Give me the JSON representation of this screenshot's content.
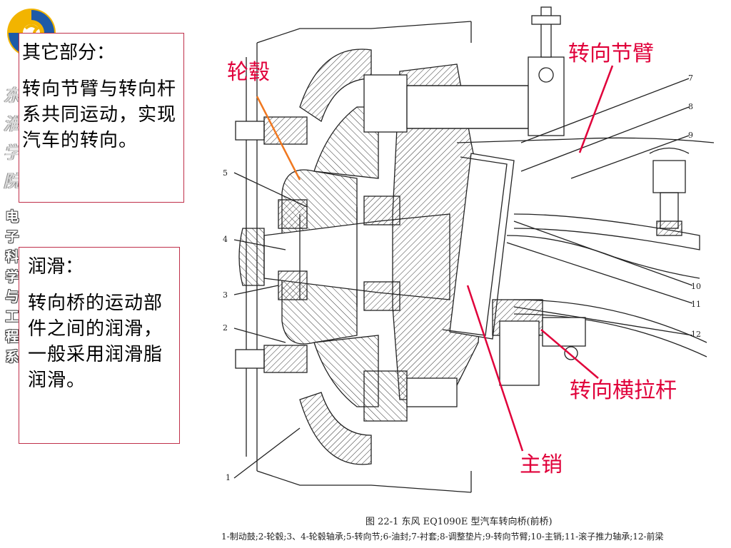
{
  "sidebar": {
    "vertical_chars": [
      "东",
      "淮",
      "学",
      "院",
      "电",
      "子",
      "科",
      "学",
      "与",
      "工",
      "程",
      "系"
    ]
  },
  "box_other": {
    "heading": "其它部分：",
    "body": "转向节臂与转向杆系共同运动，实现汽车的转向。"
  },
  "box_lube": {
    "heading": "润滑：",
    "body": "转向桥的运动部件之间的润滑，一般采用润滑脂润滑。"
  },
  "callouts": {
    "hub": "轮毂",
    "knuckle_arm": "转向节臂",
    "tie_rod": "转向横拉杆",
    "kingpin": "主销"
  },
  "part_numbers": [
    "1",
    "2",
    "3",
    "4",
    "5",
    "7",
    "8",
    "9",
    "10",
    "11",
    "12"
  ],
  "figure": {
    "caption": "图 22-1    东风 EQ1090E 型汽车转向桥(前桥)",
    "legend": "1-制动鼓;2-轮毂;3、4-轮毂轴承;5-转向节;6-油封;7-衬套;8-调整垫片;9-转向节臂;10-主销;11-滚子推力轴承;12-前梁"
  },
  "colors": {
    "callout": "#e0003a",
    "callout_line_orange": "#f07820",
    "box_border": "#c0304a",
    "logo_yellow": "#f2b400",
    "logo_blue": "#1e5aa8"
  }
}
